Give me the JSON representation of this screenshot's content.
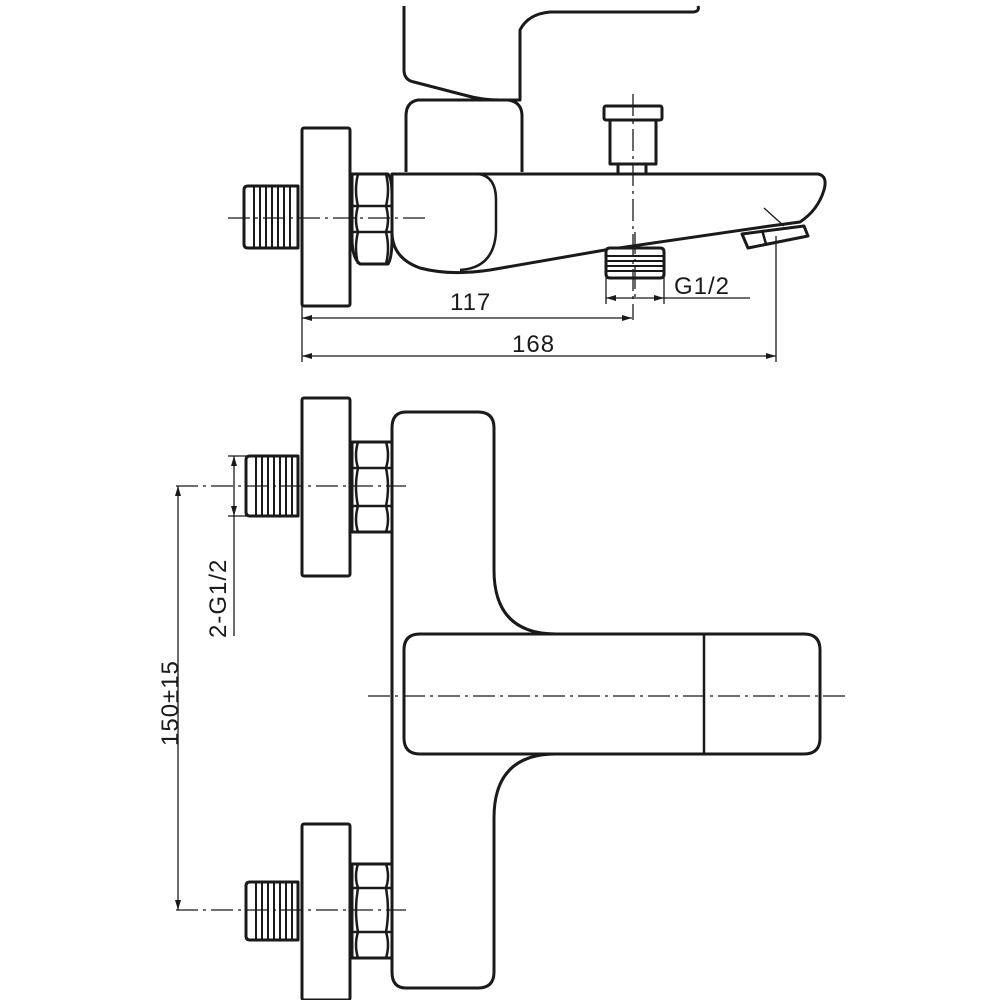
{
  "dimensions": {
    "spout_center": "117",
    "overall_length": "168",
    "outlet_thread": "G1/2",
    "inlet_threads": "2-G1/2",
    "inlet_spacing": "150±15"
  }
}
